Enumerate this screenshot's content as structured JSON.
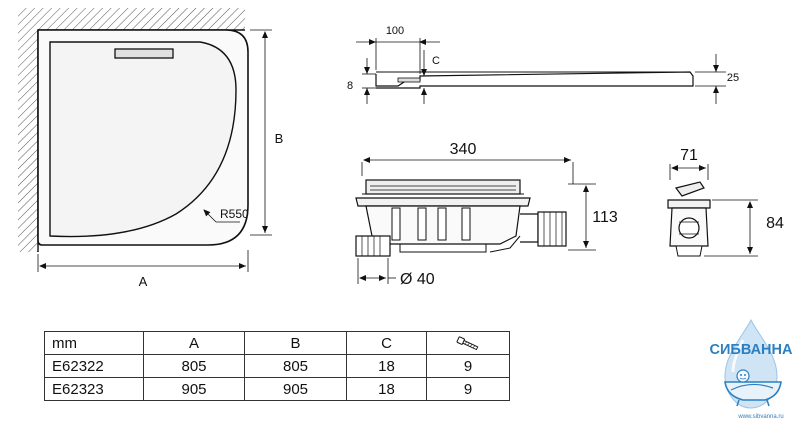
{
  "dimensions": {
    "tray_width": "A",
    "tray_depth": "B",
    "radius": "R550",
    "profile_100": "100",
    "profile_8": "8",
    "profile_c": "C",
    "profile_25": "25",
    "siphon_length": "340",
    "siphon_height": "113",
    "siphon_outlet": "Ø 40",
    "side_width": "71",
    "side_height": "84"
  },
  "table": {
    "headers": [
      "mm",
      "A",
      "B",
      "C",
      "screw-icon"
    ],
    "rows": [
      [
        "E62322",
        "805",
        "805",
        "18",
        "9"
      ],
      [
        "E62323",
        "905",
        "905",
        "18",
        "9"
      ]
    ]
  },
  "logo": {
    "text": "СИБВАННА",
    "url": "www.sibvanna.ru"
  },
  "colors": {
    "logo_blue": "#2c7fc0",
    "line": "#111111",
    "hatch": "#555555"
  }
}
